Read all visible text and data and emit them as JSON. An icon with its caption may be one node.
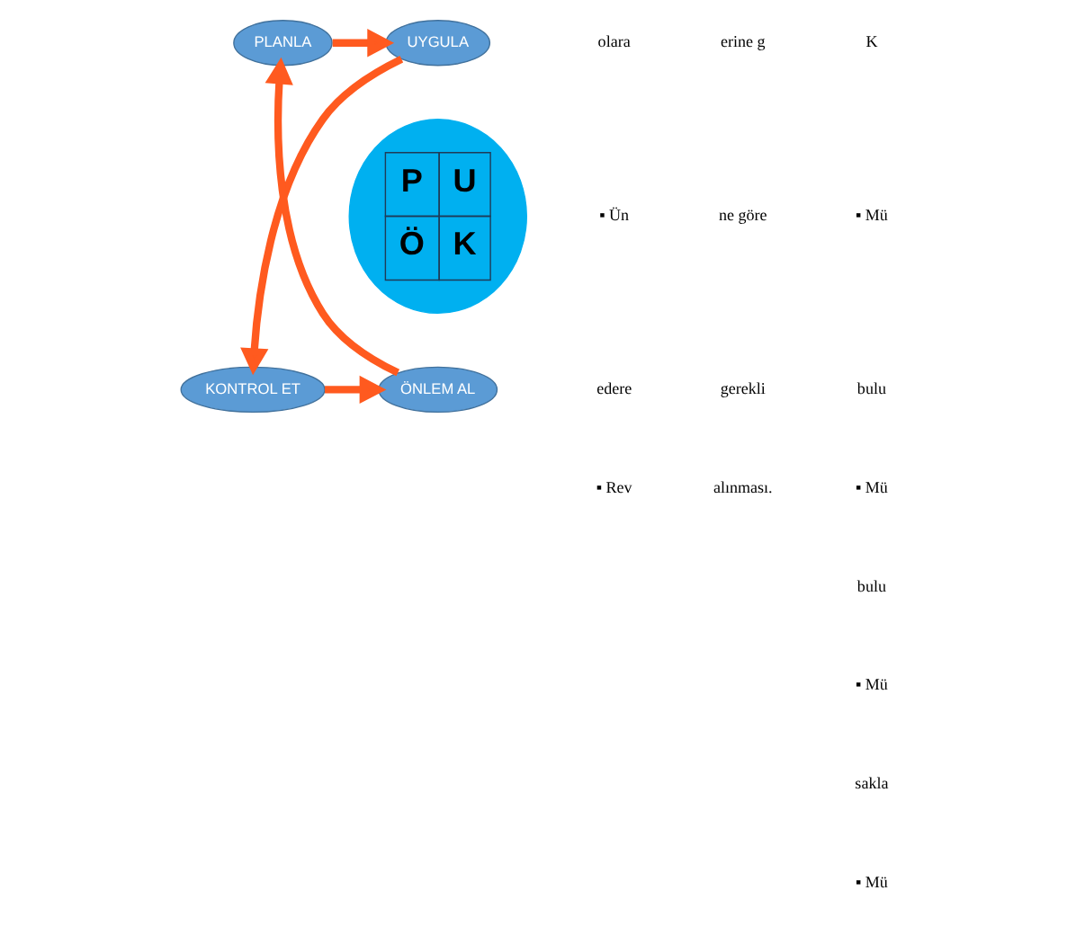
{
  "diagram": {
    "nodes": [
      {
        "text": [
          "PLANLA"
        ]
      },
      {
        "text": [
          "UYGULA"
        ]
      },
      {
        "text": [
          "P",
          "U",
          "Ö",
          "K"
        ]
      },
      {
        "text": [
          "ÖNLEM AL"
        ]
      },
      {
        "text": [
          "KONTROL ET"
        ]
      }
    ],
    "edges": [
      {
        "from": 0,
        "to": 1,
        "arrow": "to"
      },
      {
        "from": 1,
        "to": 4,
        "arrow": "to"
      },
      {
        "from": 4,
        "to": 3,
        "arrow": "to"
      },
      {
        "from": 3,
        "to": 0,
        "arrow": "to"
      }
    ],
    "labels": [
      "olara",
      "▪ Ün",
      "edere",
      "▪ Rev",
      "erine g",
      "ne göre",
      "gerekli",
      "alınması.",
      "K",
      "▪ Mü",
      "bulu",
      "▪ Mü",
      "bulu",
      "▪ Mü",
      "sakla",
      "▪ Mü"
    ]
  }
}
